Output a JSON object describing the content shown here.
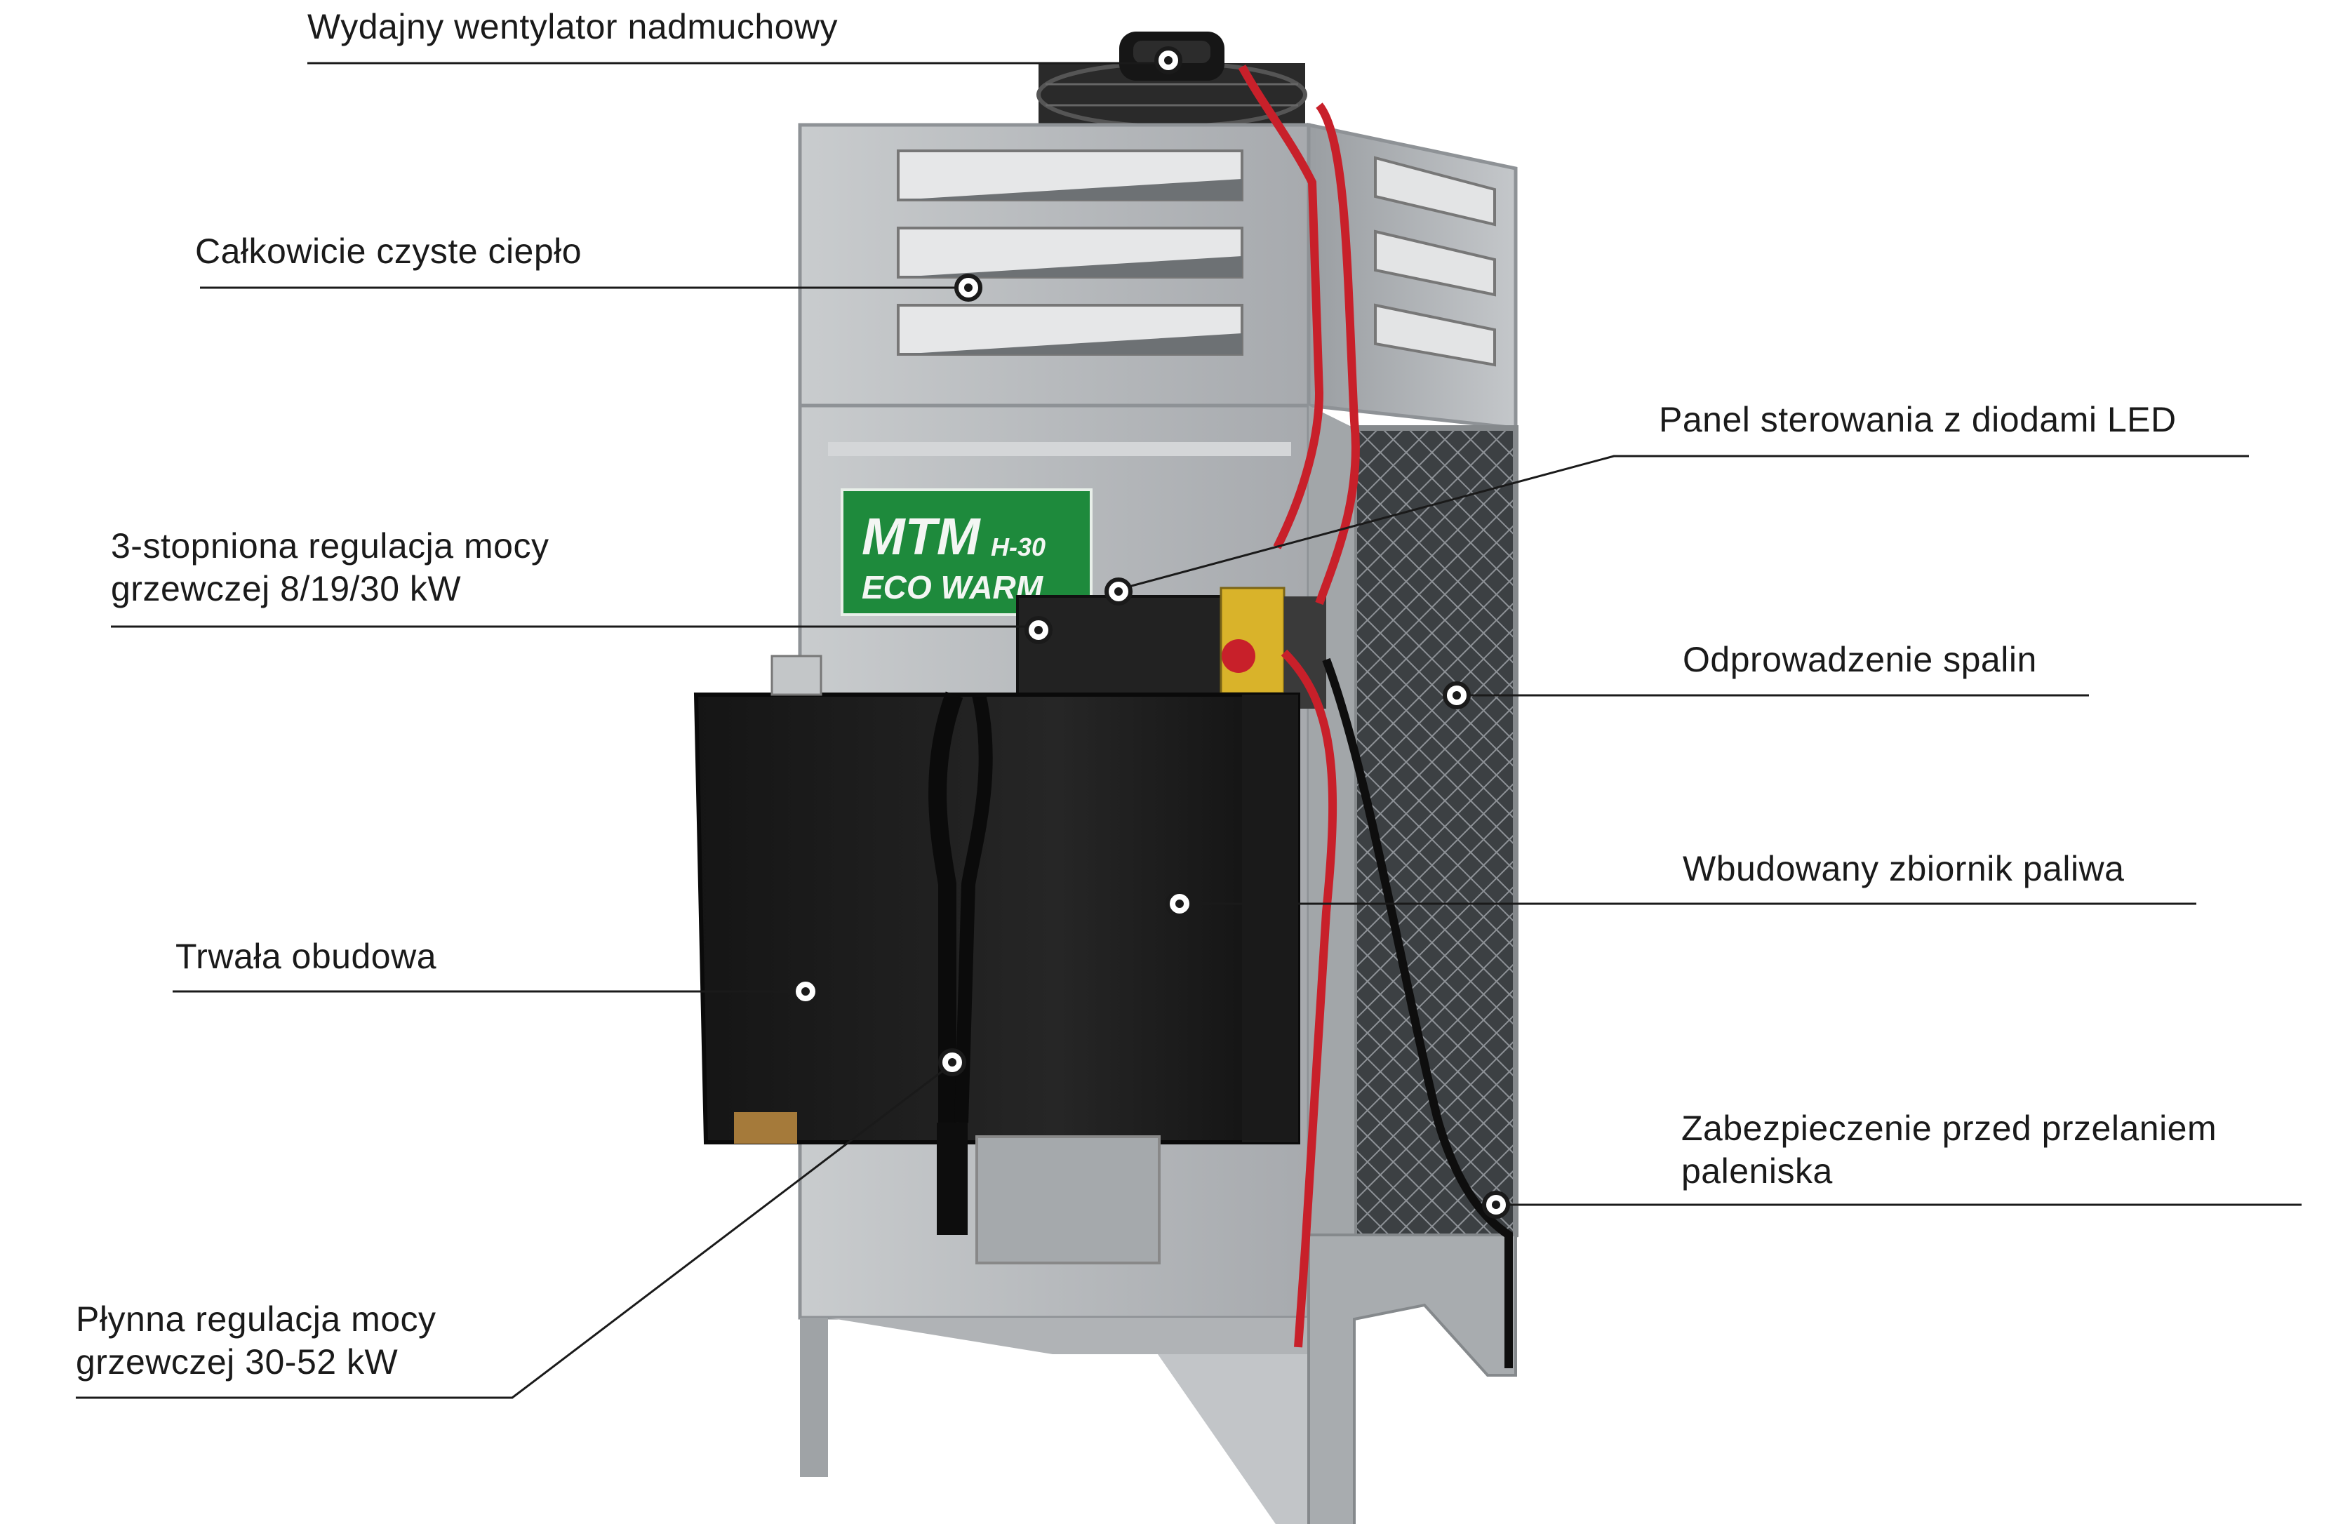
{
  "product": {
    "plate_brand": "MTM",
    "plate_model": "H-30",
    "plate_series": "ECO WARM"
  },
  "callouts": [
    {
      "id": "fan",
      "lines": [
        "Wydajny wentylator nadmuchowy"
      ]
    },
    {
      "id": "clean-heat",
      "lines": [
        "Całkowicie czyste ciepło"
      ]
    },
    {
      "id": "led-panel",
      "lines": [
        "Panel sterowania z diodami LED"
      ]
    },
    {
      "id": "three-step",
      "lines": [
        "3-stopniona regulacja mocy",
        "grzewczej 8/19/30 kW"
      ]
    },
    {
      "id": "flue",
      "lines": [
        "Odprowadzenie spalin"
      ]
    },
    {
      "id": "fuel-tank",
      "lines": [
        "Wbudowany zbiornik paliwa"
      ]
    },
    {
      "id": "housing",
      "lines": [
        "Trwała obudowa"
      ]
    },
    {
      "id": "overflow",
      "lines": [
        "Zabezpieczenie przed przelaniem",
        "paleniska"
      ]
    },
    {
      "id": "smooth-reg",
      "lines": [
        "Płynna regulacja mocy",
        "grzewczej 30-52 kW"
      ]
    }
  ],
  "colors": {
    "text": "#1a1a1a",
    "leader": "#1a1a1a",
    "steel": "#b9bcbf",
    "steel_dark": "#8e9296",
    "tank": "#1c1c1c",
    "plate": "#1e8a3c",
    "cable": "#c8202a"
  }
}
